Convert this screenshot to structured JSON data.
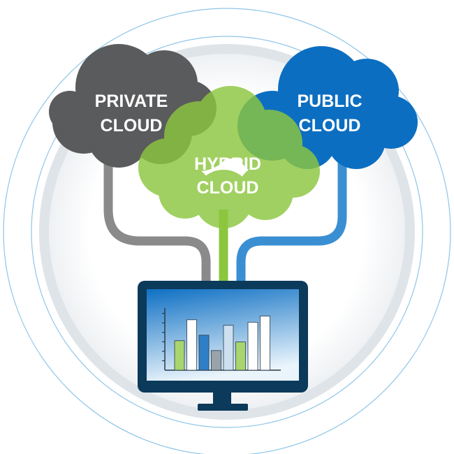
{
  "clouds": {
    "private": {
      "line1": "PRIVATE",
      "line2": "CLOUD",
      "color": "#5a5b5c"
    },
    "hybrid": {
      "line1": "HYBRID",
      "line2": "CLOUD",
      "color": "#8cc63f"
    },
    "public": {
      "line1": "PUBLIC",
      "line2": "CLOUD",
      "color": "#0c6ec1"
    }
  },
  "connectors": {
    "private": "#8a8a8a",
    "hybrid": "#8cc63f",
    "public": "#3a8fd2"
  },
  "monitor": {
    "frame_color": "#0b3a5a",
    "screen_top_color": "#0f70c4",
    "screen_bottom_color": "#e9f4fb",
    "icon": "monitor-icon"
  },
  "chart_data": {
    "type": "bar",
    "values": [
      0.48,
      0.82,
      0.57,
      0.32,
      0.73,
      0.46,
      0.78,
      0.88
    ],
    "bar_colors": [
      "#a8d56d",
      "#ffffff",
      "#2f7fc7",
      "#9aa3aa",
      "#cce0ef",
      "#a8d56d",
      "#ffffff",
      "#ffffff"
    ],
    "ylim": [
      0,
      1
    ],
    "grid": false
  }
}
